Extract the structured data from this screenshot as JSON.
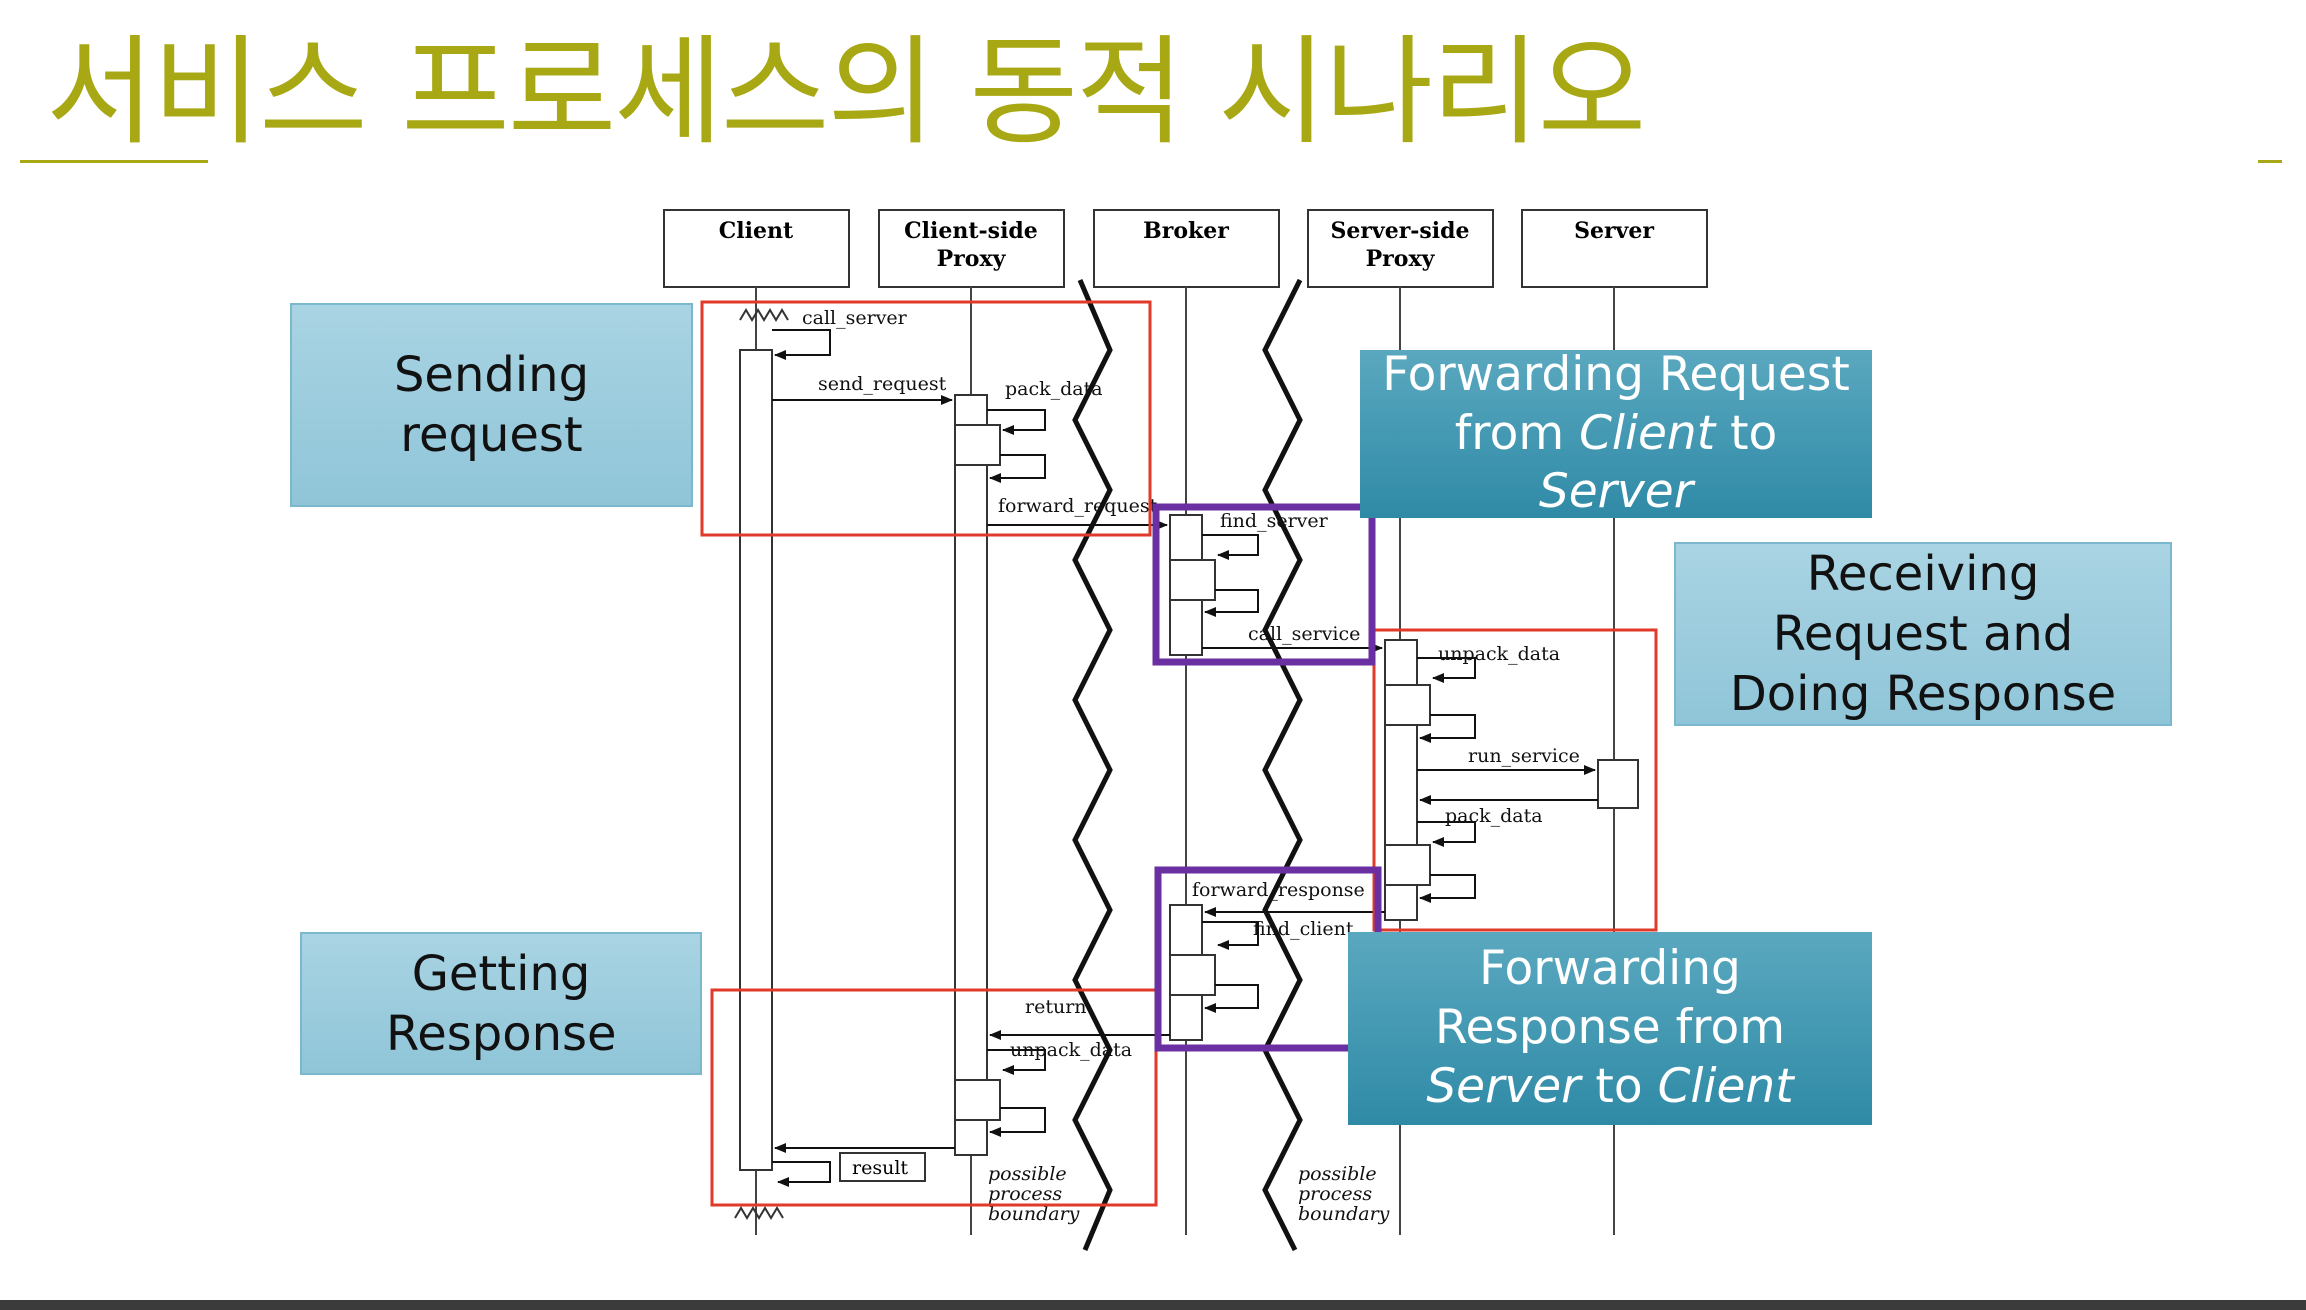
{
  "title": "서비스 프로세스의 동적 시나리오",
  "participants": [
    "Client",
    "Client-side\nProxy",
    "Broker",
    "Server-side\nProxy",
    "Server"
  ],
  "messages": {
    "call_server": "call_server",
    "send_request": "send_request",
    "pack_data_1": "pack_data",
    "forward_request": "forward_request",
    "find_server": "find_server",
    "call_service": "call_service",
    "unpack_data_1": "unpack_data",
    "run_service": "run_service",
    "pack_data_2": "pack_data",
    "forward_response": "forward_response",
    "find_client": "find_client",
    "return": "return",
    "unpack_data_2": "unpack_data",
    "result": "result"
  },
  "boundary_label": "possible process boundary",
  "callouts": {
    "sending": "Sending request",
    "forwarding_request": [
      "Forwarding Request from ",
      "Client",
      " to ",
      "Server"
    ],
    "receiving": "Receiving Request and Doing Response",
    "getting": "Getting Response",
    "forwarding_response": [
      "Forwarding Response from ",
      "Server",
      " to ",
      "Client"
    ]
  },
  "colors": {
    "title": "#a8a814",
    "red_box": "#e03a2a",
    "purple_box": "#6a2fa0",
    "light_callout": "#9ccbdc",
    "dark_callout": "#3a93ae"
  }
}
